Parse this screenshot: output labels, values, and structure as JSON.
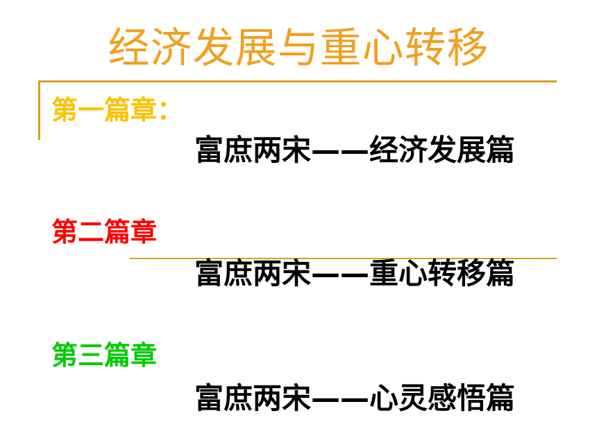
{
  "slide": {
    "title": "经济发展与重心转移",
    "sections": [
      {
        "label": "第一篇章：",
        "subtitle": "富庶两宋——经济发展篇"
      },
      {
        "label": "第二篇章",
        "subtitle": "富庶两宋——重心转移篇"
      },
      {
        "label": "第三篇章",
        "subtitle": "富庶两宋——心灵感悟篇"
      }
    ]
  },
  "colors": {
    "title": "#f0a020",
    "rule": "#d4a21a",
    "section_1": "#ffc000",
    "section_2": "#ff0000",
    "section_3": "#00cc00",
    "subtitle": "#000000"
  }
}
